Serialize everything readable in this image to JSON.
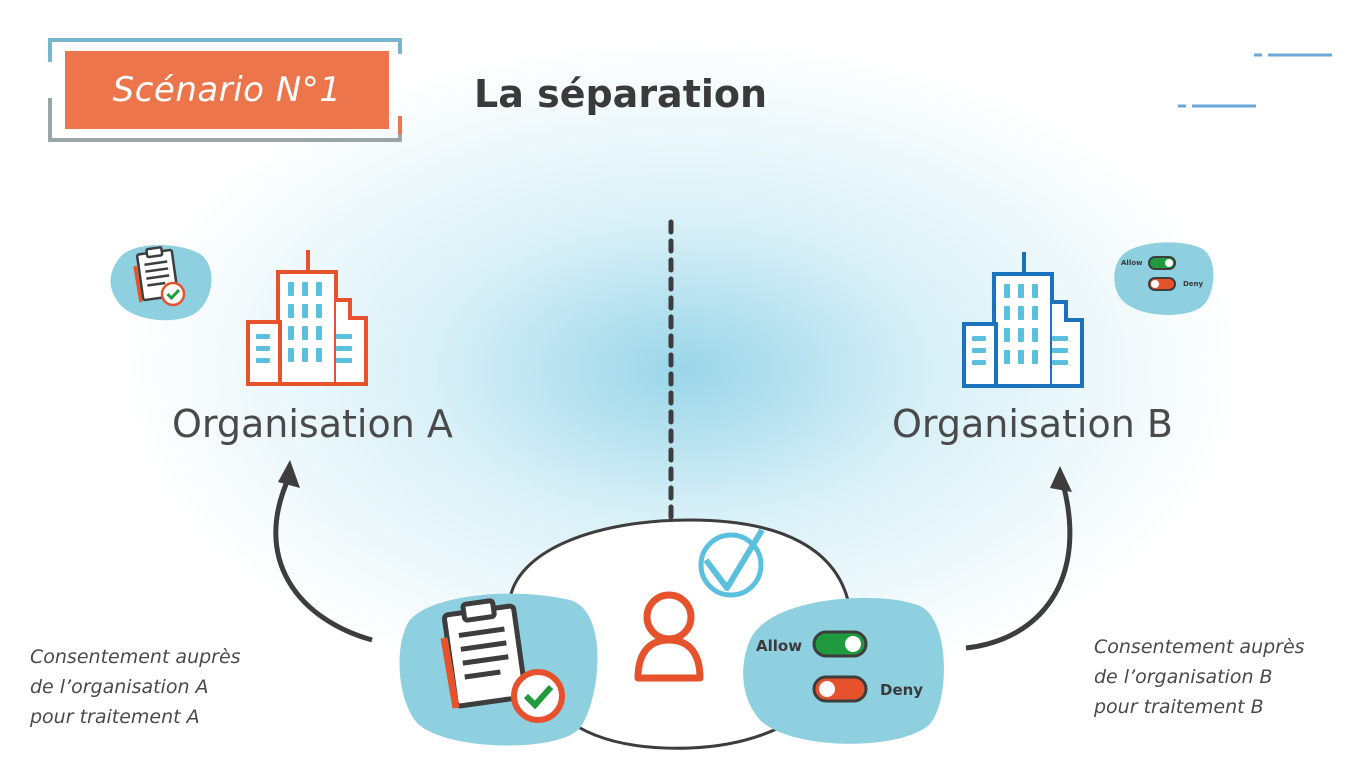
{
  "scenario": {
    "label": "Scénario N°1"
  },
  "title": "La séparation",
  "organisations": [
    {
      "name": "Organisation A",
      "color": "#e6522c"
    },
    {
      "name": "Organisation B",
      "color": "#1b73bd"
    }
  ],
  "captions": {
    "left": [
      "Consentement auprès",
      "de l’organisation A",
      "pour traitement A"
    ],
    "right": [
      "Consentement auprès",
      "de l’organisation B",
      "pour traitement B"
    ]
  },
  "toggles": {
    "allow": "Allow",
    "deny": "Deny"
  },
  "colors": {
    "accent": "#ec754b",
    "blob": "#8ed0e0",
    "allow_green": "#1f9a3e",
    "deny_orange": "#e6522c",
    "building_light": "#5bc0de"
  },
  "icons": [
    "clipboard-check-icon",
    "building-icon",
    "user-icon",
    "check-icon",
    "toggle-icon",
    "arrow-icon"
  ]
}
